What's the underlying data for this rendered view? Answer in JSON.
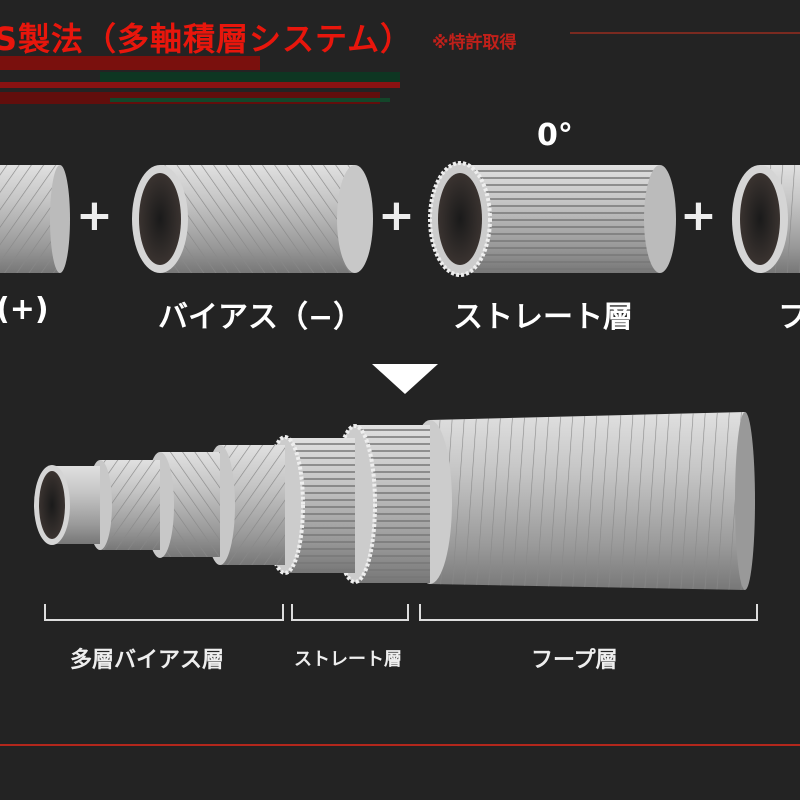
{
  "header": {
    "title": "S製法（多軸積層システム）",
    "patent_note": "※特許取得"
  },
  "components": [
    {
      "label": "(+)"
    },
    {
      "label": "バイアス（−）"
    },
    {
      "label": "ストレート層",
      "angle": "0°"
    },
    {
      "label": "フ"
    }
  ],
  "operator": "+",
  "assembled": {
    "sections": [
      {
        "label": "多層バイアス層"
      },
      {
        "label": "ストレート層"
      },
      {
        "label": "フープ層"
      }
    ]
  },
  "colors": {
    "accent": "#e8160c",
    "background": "#232323"
  }
}
